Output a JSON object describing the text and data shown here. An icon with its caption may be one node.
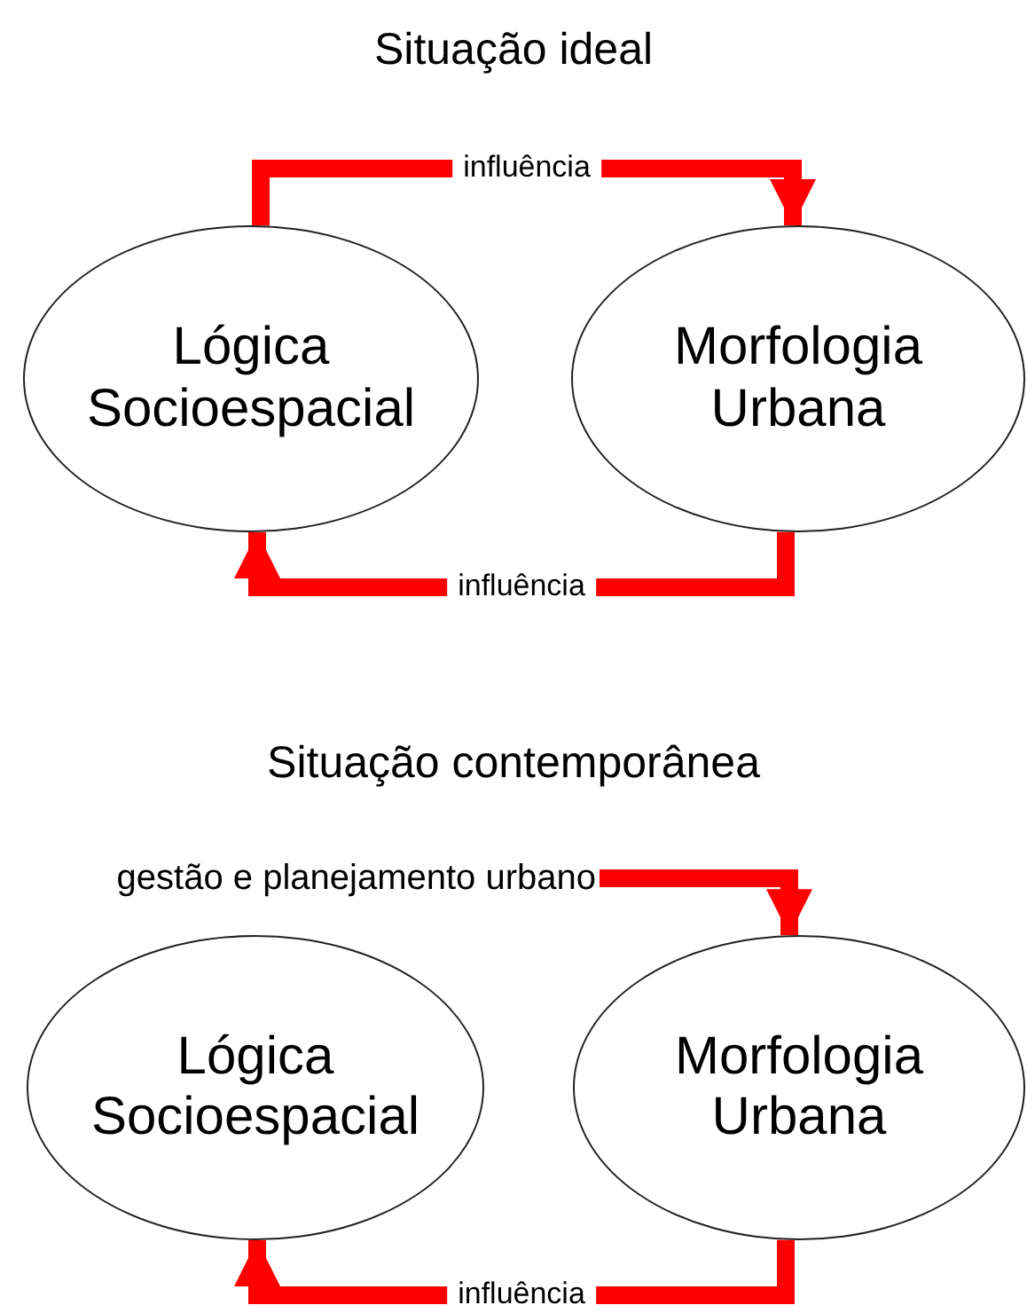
{
  "diagram": {
    "nodes": [
      {
        "text": [
          "Lógica Socioespacial"
        ]
      },
      {
        "text": [
          "Morfologia Urbana"
        ]
      },
      {
        "text": [
          "Lógica Socioespacial"
        ]
      },
      {
        "text": [
          "Morfologia Urbana"
        ]
      },
      {
        "text": [
          "gestão e planejamento urbano"
        ]
      }
    ],
    "edges": [
      {
        "from": 0,
        "to": 1,
        "arrow": "to",
        "label": "influência"
      },
      {
        "from": 1,
        "to": 0,
        "arrow": "to",
        "label": "influência"
      },
      {
        "from": 4,
        "to": 3,
        "arrow": "to"
      },
      {
        "from": 3,
        "to": 2,
        "arrow": "to",
        "label": "influência"
      }
    ],
    "labels": [
      "Situação ideal",
      "Situação contemporânea"
    ]
  }
}
